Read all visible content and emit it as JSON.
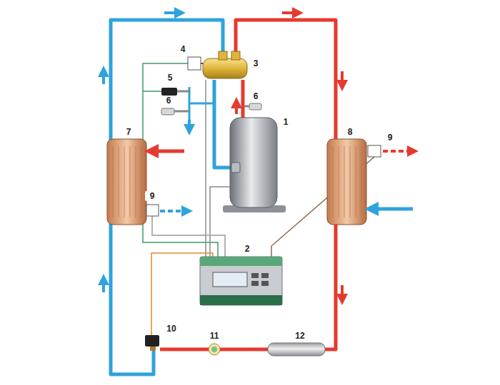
{
  "diagram": {
    "labels": [
      "4",
      "3",
      "5",
      "6",
      "6",
      "1",
      "7",
      "8",
      "9",
      "9",
      "2",
      "10",
      "11",
      "12"
    ]
  }
}
